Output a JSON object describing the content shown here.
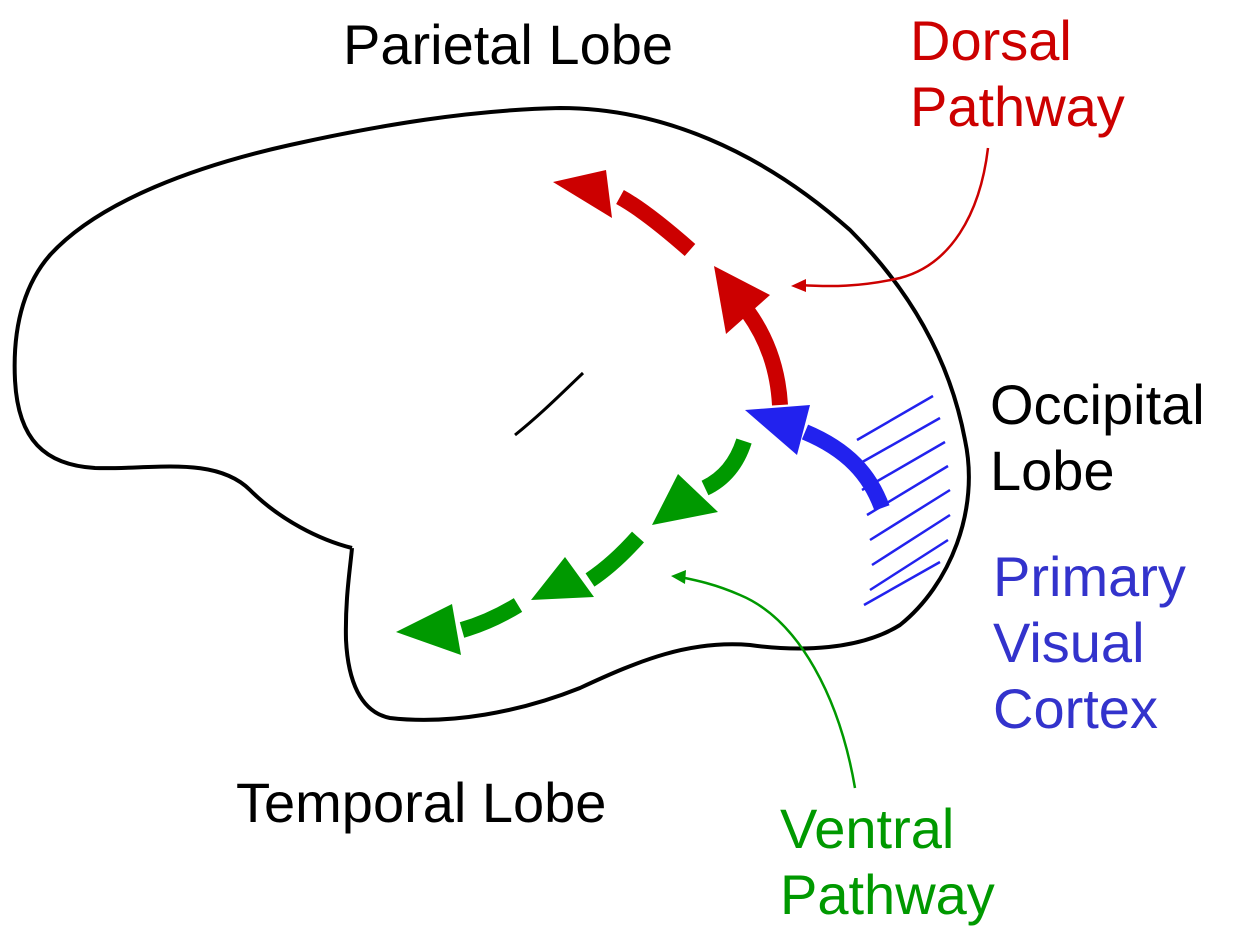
{
  "labels": {
    "parietal": "Parietal Lobe",
    "temporal": "Temporal Lobe",
    "occipital": [
      "Occipital",
      "Lobe"
    ],
    "primary_visual_cortex": [
      "Primary",
      "Visual",
      "Cortex"
    ],
    "dorsal": [
      "Dorsal",
      "Pathway"
    ],
    "ventral": [
      "Ventral",
      "Pathway"
    ]
  },
  "colors": {
    "outline": "#000000",
    "label_text": "#000000",
    "dorsal": "#cc0000",
    "ventral": "#009900",
    "primary_visual": "#2222ee",
    "primary_visual_text": "#3333cc"
  }
}
